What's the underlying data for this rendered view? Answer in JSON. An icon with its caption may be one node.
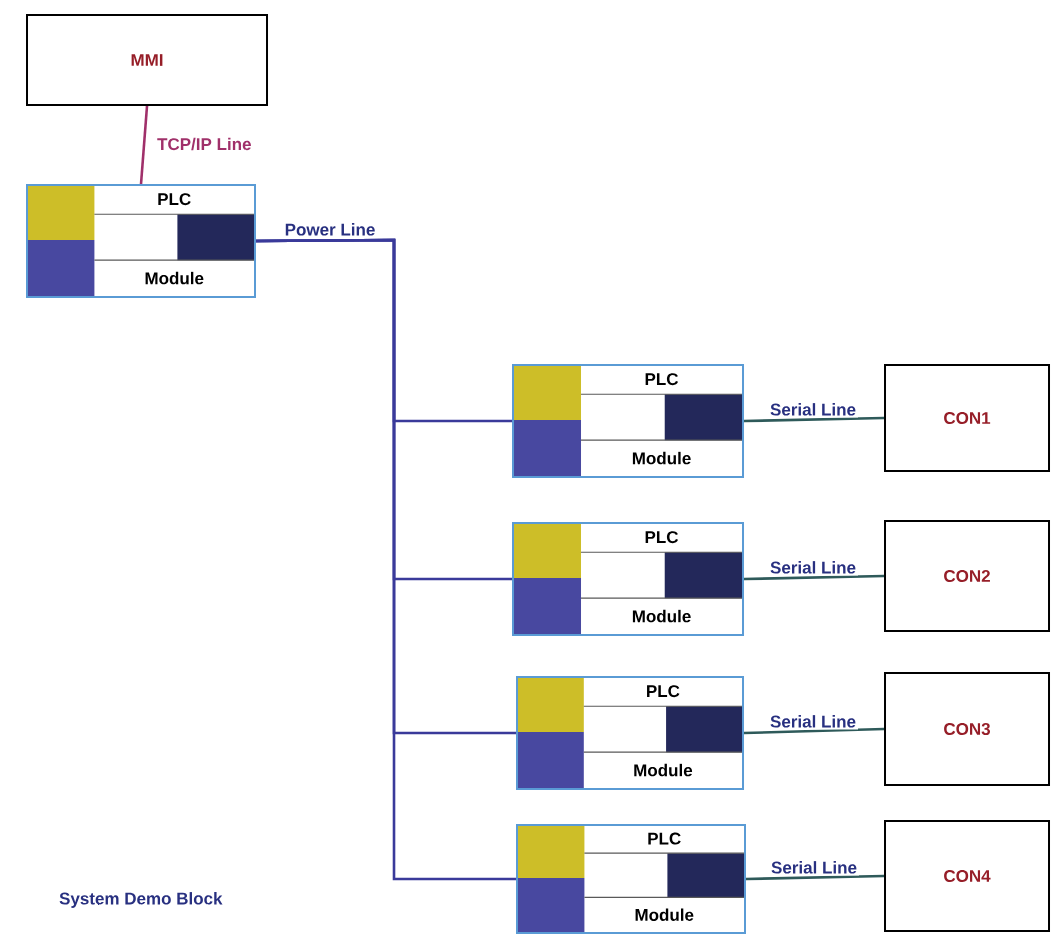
{
  "diagram": {
    "nodes": [
      {
        "text": [
          "MMI"
        ]
      },
      {
        "text": [
          "PLC",
          "Module"
        ]
      },
      {
        "text": [
          "PLC",
          "Module"
        ]
      },
      {
        "text": [
          "CON1"
        ]
      },
      {
        "text": [
          "PLC",
          "Module"
        ]
      },
      {
        "text": [
          "CON2"
        ]
      },
      {
        "text": [
          "PLC",
          "Module"
        ]
      },
      {
        "text": [
          "CON3"
        ]
      },
      {
        "text": [
          "PLC",
          "Module"
        ]
      },
      {
        "text": [
          "CON4"
        ]
      }
    ],
    "edges": [
      {
        "from": 0,
        "to": 1,
        "arrow": "none",
        "label": "TCP/IP Line",
        "color": "#a0306a"
      },
      {
        "from": 1,
        "to": 2,
        "arrow": "none",
        "label": "Power Line",
        "color": "#3a3a9a"
      },
      {
        "from": 1,
        "to": 4,
        "arrow": "none",
        "color": "#3a3a9a"
      },
      {
        "from": 1,
        "to": 6,
        "arrow": "none",
        "color": "#3a3a9a"
      },
      {
        "from": 1,
        "to": 8,
        "arrow": "none",
        "color": "#3a3a9a"
      },
      {
        "from": 2,
        "to": 3,
        "arrow": "none",
        "label": "Serial Line",
        "color": "#2e5a5a"
      },
      {
        "from": 4,
        "to": 5,
        "arrow": "none",
        "label": "Serial Line",
        "color": "#2e5a5a"
      },
      {
        "from": 6,
        "to": 7,
        "arrow": "none",
        "label": "Serial Line",
        "color": "#2e5a5a"
      },
      {
        "from": 8,
        "to": 9,
        "arrow": "none",
        "label": "Serial Line",
        "color": "#2e5a5a"
      }
    ],
    "labels": [
      "System Demo Block"
    ]
  }
}
